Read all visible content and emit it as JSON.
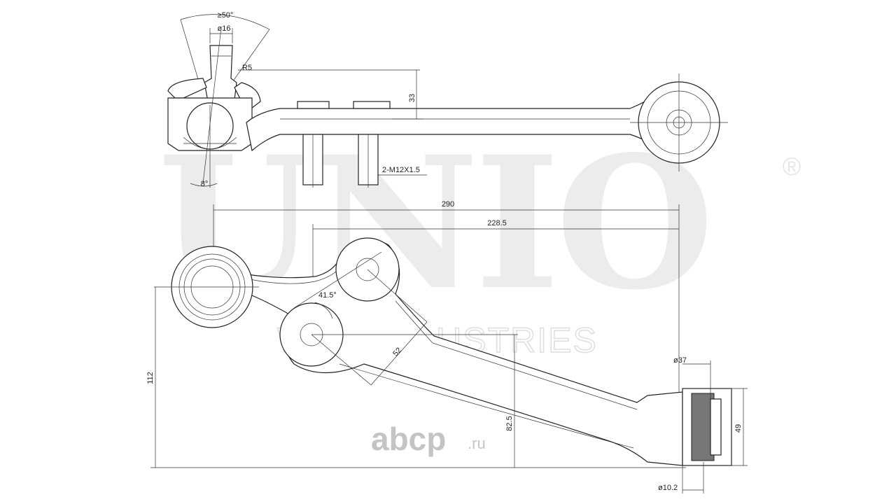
{
  "watermark": {
    "brand": "UNIO",
    "registered": "®",
    "subtitle": "WEY INDUSTRIES",
    "site_logo": "abcp",
    "site_tld": ".ru"
  },
  "dimensions": {
    "angle_top": "≥50°",
    "ball_pin_diameter": "ø16",
    "radius": "R5",
    "height_33": "33",
    "stud_thread": "2-M12X1.5",
    "tilt_angle": "8°",
    "length_290": "290",
    "length_228_5": "228.5",
    "angle_41_5": "41.5°",
    "distance_52": "52",
    "height_112": "112",
    "height_82_5": "82.5",
    "bush_outer": "ø37",
    "bush_width": "49",
    "bush_inner": "ø10.2"
  }
}
